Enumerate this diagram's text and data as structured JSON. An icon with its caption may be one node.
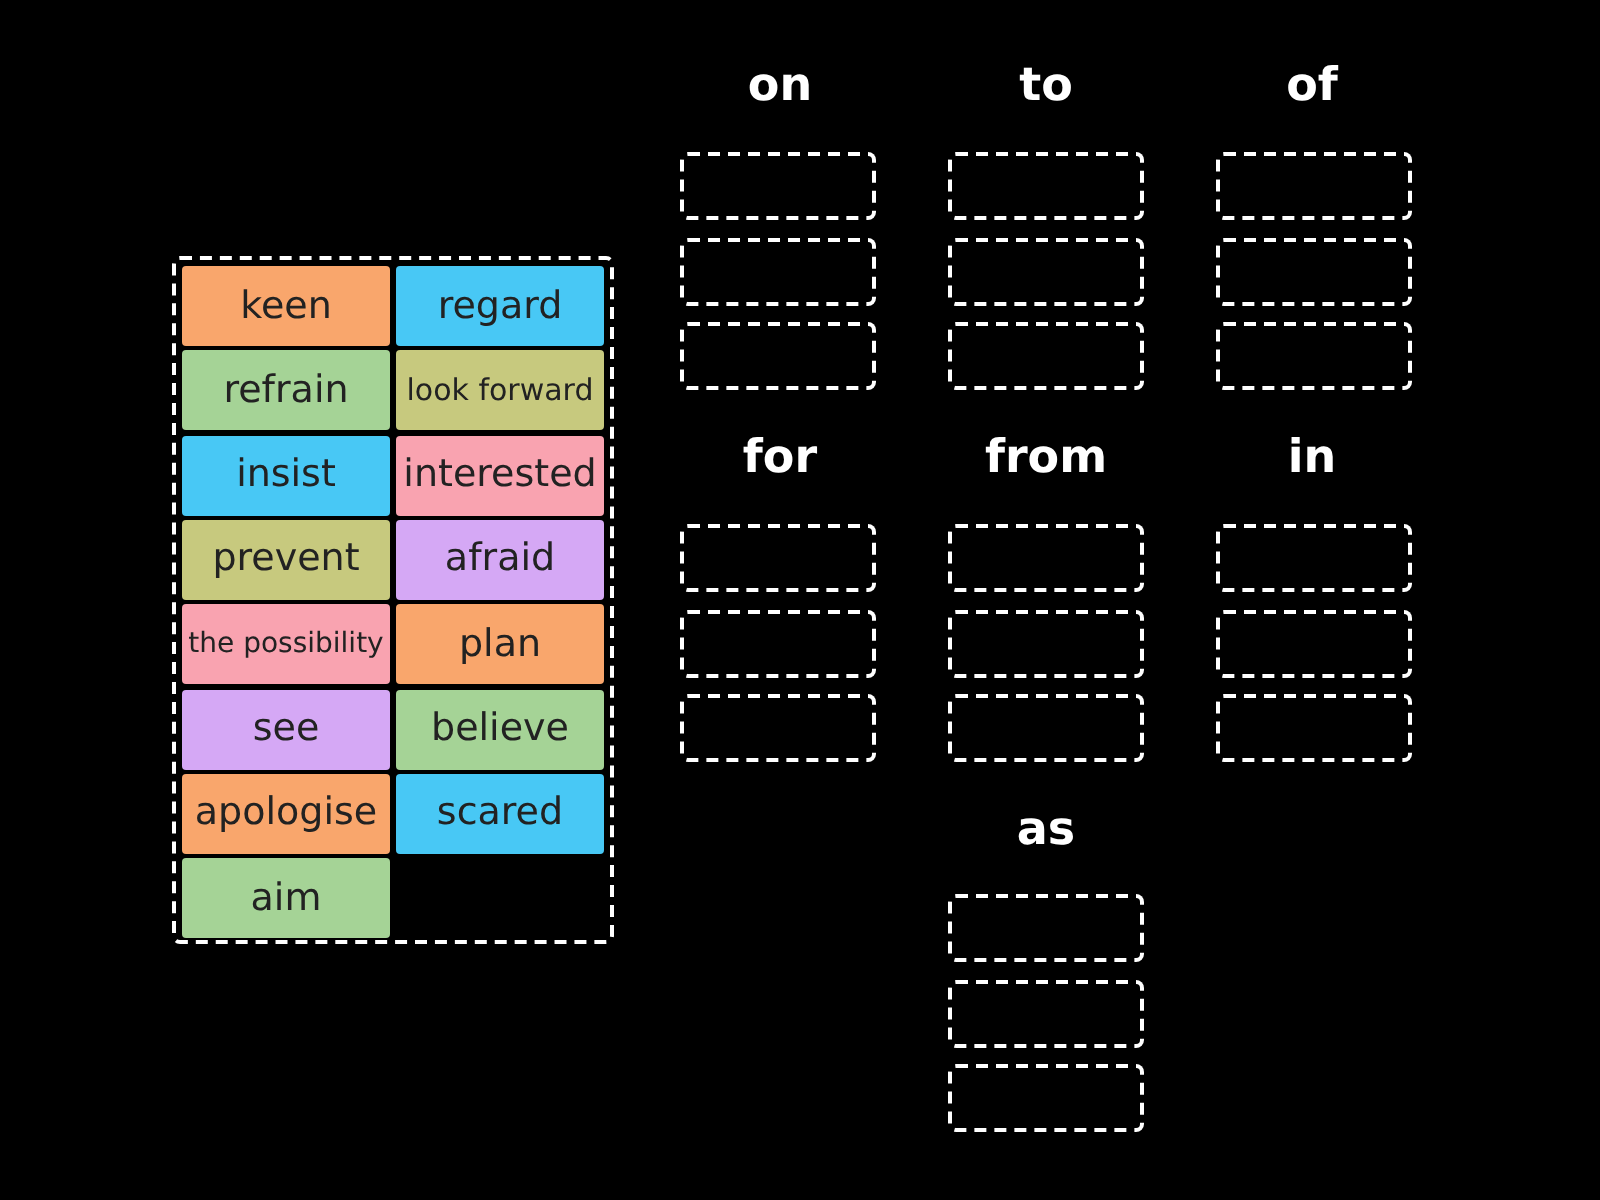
{
  "diagram": {
    "nodes": [
      {
        "text": [],
        "shape": "box"
      },
      {
        "text": [
          "keen"
        ],
        "in": 0
      },
      {
        "text": [
          "regard"
        ],
        "in": 0
      },
      {
        "text": [
          "refrain"
        ],
        "in": 0
      },
      {
        "text": [
          "look forward"
        ],
        "in": 0
      },
      {
        "text": [
          "insist"
        ],
        "in": 0
      },
      {
        "text": [
          "interested"
        ],
        "in": 0
      },
      {
        "text": [
          "prevent"
        ],
        "in": 0
      },
      {
        "text": [
          "afraid"
        ],
        "in": 0
      },
      {
        "text": [
          "the possibility"
        ],
        "in": 0
      },
      {
        "text": [
          "plan"
        ],
        "in": 0
      },
      {
        "text": [
          "see"
        ],
        "in": 0
      },
      {
        "text": [
          "believe"
        ],
        "in": 0
      },
      {
        "text": [
          "apologise"
        ],
        "in": 0
      },
      {
        "text": [
          "scared"
        ],
        "in": 0
      },
      {
        "text": [
          "aim"
        ],
        "in": 0
      },
      {
        "text": [],
        "shape": "box"
      },
      {
        "text": [],
        "shape": "box"
      },
      {
        "text": [],
        "shape": "box"
      },
      {
        "text": [],
        "shape": "box"
      },
      {
        "text": [],
        "shape": "box"
      },
      {
        "text": [],
        "shape": "box"
      },
      {
        "text": [],
        "shape": "box"
      },
      {
        "text": [],
        "shape": "box"
      },
      {
        "text": [],
        "shape": "box"
      },
      {
        "text": [],
        "shape": "box"
      },
      {
        "text": [],
        "shape": "box"
      },
      {
        "text": [],
        "shape": "box"
      },
      {
        "text": [],
        "shape": "box"
      },
      {
        "text": [],
        "shape": "box"
      },
      {
        "text": [],
        "shape": "box"
      },
      {
        "text": [],
        "shape": "box"
      },
      {
        "text": [],
        "shape": "box"
      },
      {
        "text": [],
        "shape": "box"
      },
      {
        "text": [],
        "shape": "box"
      },
      {
        "text": [],
        "shape": "box"
      },
      {
        "text": [],
        "shape": "box"
      }
    ],
    "edges": [],
    "labels": [
      "on",
      "to",
      "of",
      "for",
      "from",
      "in",
      "as"
    ]
  }
}
